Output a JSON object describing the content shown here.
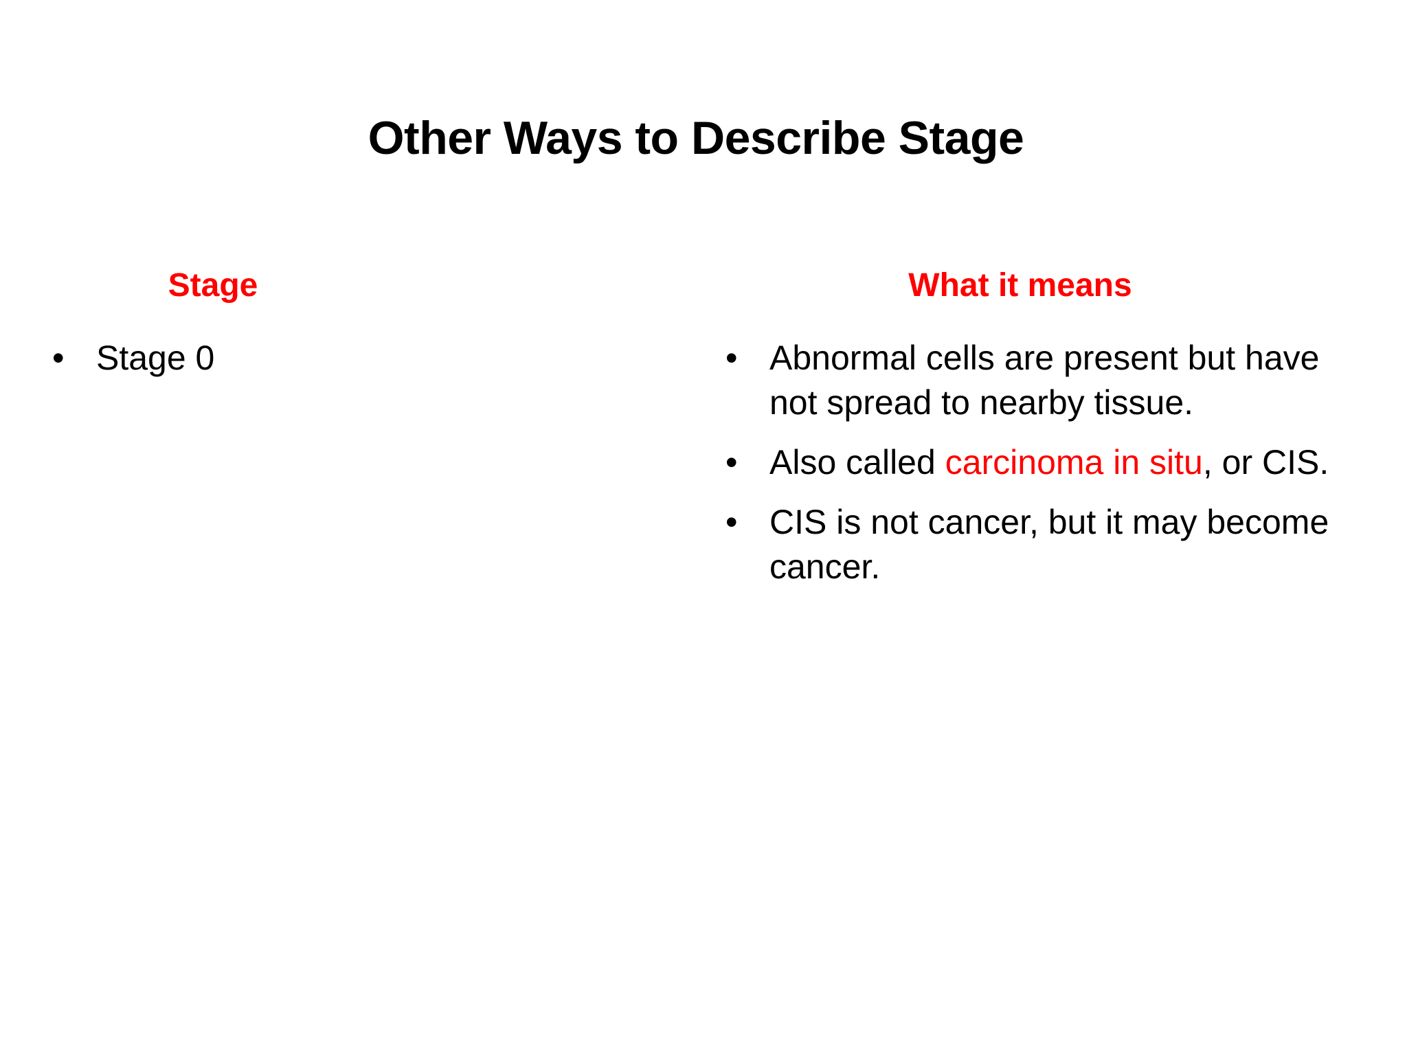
{
  "slide": {
    "title": "Other Ways to Describe Stage",
    "background_color": "#FFFFFF",
    "accent_color": "#FF0000",
    "text_color": "#000000",
    "bullet_glyph": "•"
  },
  "columns": {
    "left": {
      "heading": "Stage",
      "bullets": [
        {
          "text": "Stage 0"
        }
      ]
    },
    "right": {
      "heading": "What it means",
      "bullets": [
        {
          "parts": [
            {
              "text": "Abnormal cells are present but have not spread to nearby tissue.",
              "color": "#000000"
            }
          ]
        },
        {
          "parts": [
            {
              "text": "Also called ",
              "color": "#000000"
            },
            {
              "text": "carcinoma in situ",
              "color": "#FF0000"
            },
            {
              "text": ", or CIS.",
              "color": "#000000"
            }
          ]
        },
        {
          "parts": [
            {
              "text": "CIS is not cancer, but it may become cancer.",
              "color": "#000000"
            }
          ]
        }
      ]
    }
  }
}
